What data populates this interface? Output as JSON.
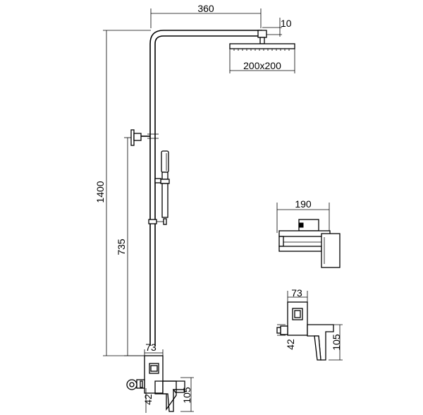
{
  "diagram": {
    "dimensions": {
      "arm_length": "360",
      "head_thickness": "10",
      "head_size": "200x200",
      "total_height": "1400",
      "slide_height": "735",
      "mixer_width_main": "73",
      "mixer_depth_main": "42",
      "mixer_height_main": "105",
      "concealed_width": "190",
      "side_mixer_width": "73",
      "side_mixer_depth": "42",
      "side_mixer_height": "105"
    },
    "colors": {
      "line": "#000000",
      "background": "#ffffff"
    }
  }
}
